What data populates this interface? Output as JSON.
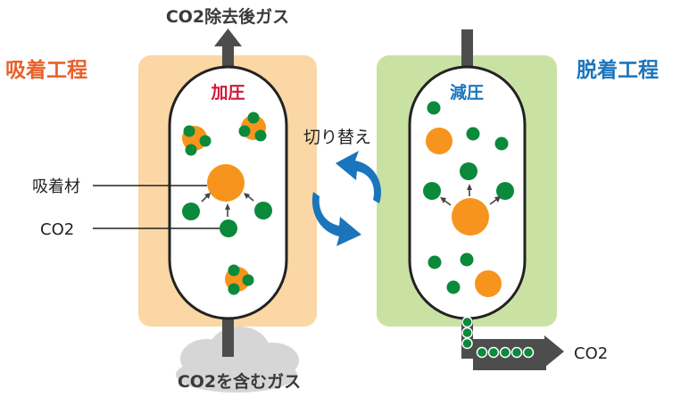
{
  "labels": {
    "top_outlet": "CO2除去後ガス",
    "bottom_inlet": "CO2を含むガス",
    "adsorption_process": "吸着工程",
    "desorption_process": "脱着工程",
    "pressurize": "加圧",
    "depressurize": "減圧",
    "switch": "切り替え",
    "adsorbent": "吸着材",
    "co2_label": "CO2",
    "co2_outlet": "CO2"
  },
  "colors": {
    "adsorption_bg": "#fad7a4",
    "desorption_bg": "#c9e2a3",
    "adsorption_text": "#e8602a",
    "desorption_text": "#1b75bc",
    "pressurize_text": "#d1183a",
    "depressurize_text": "#1b75bc",
    "adsorbent": "#f7941d",
    "co2": "#0a8a3a",
    "pipe": "#4d4d4d",
    "switch_arrow": "#1b75bc",
    "cloud": "#d6d6d6"
  }
}
